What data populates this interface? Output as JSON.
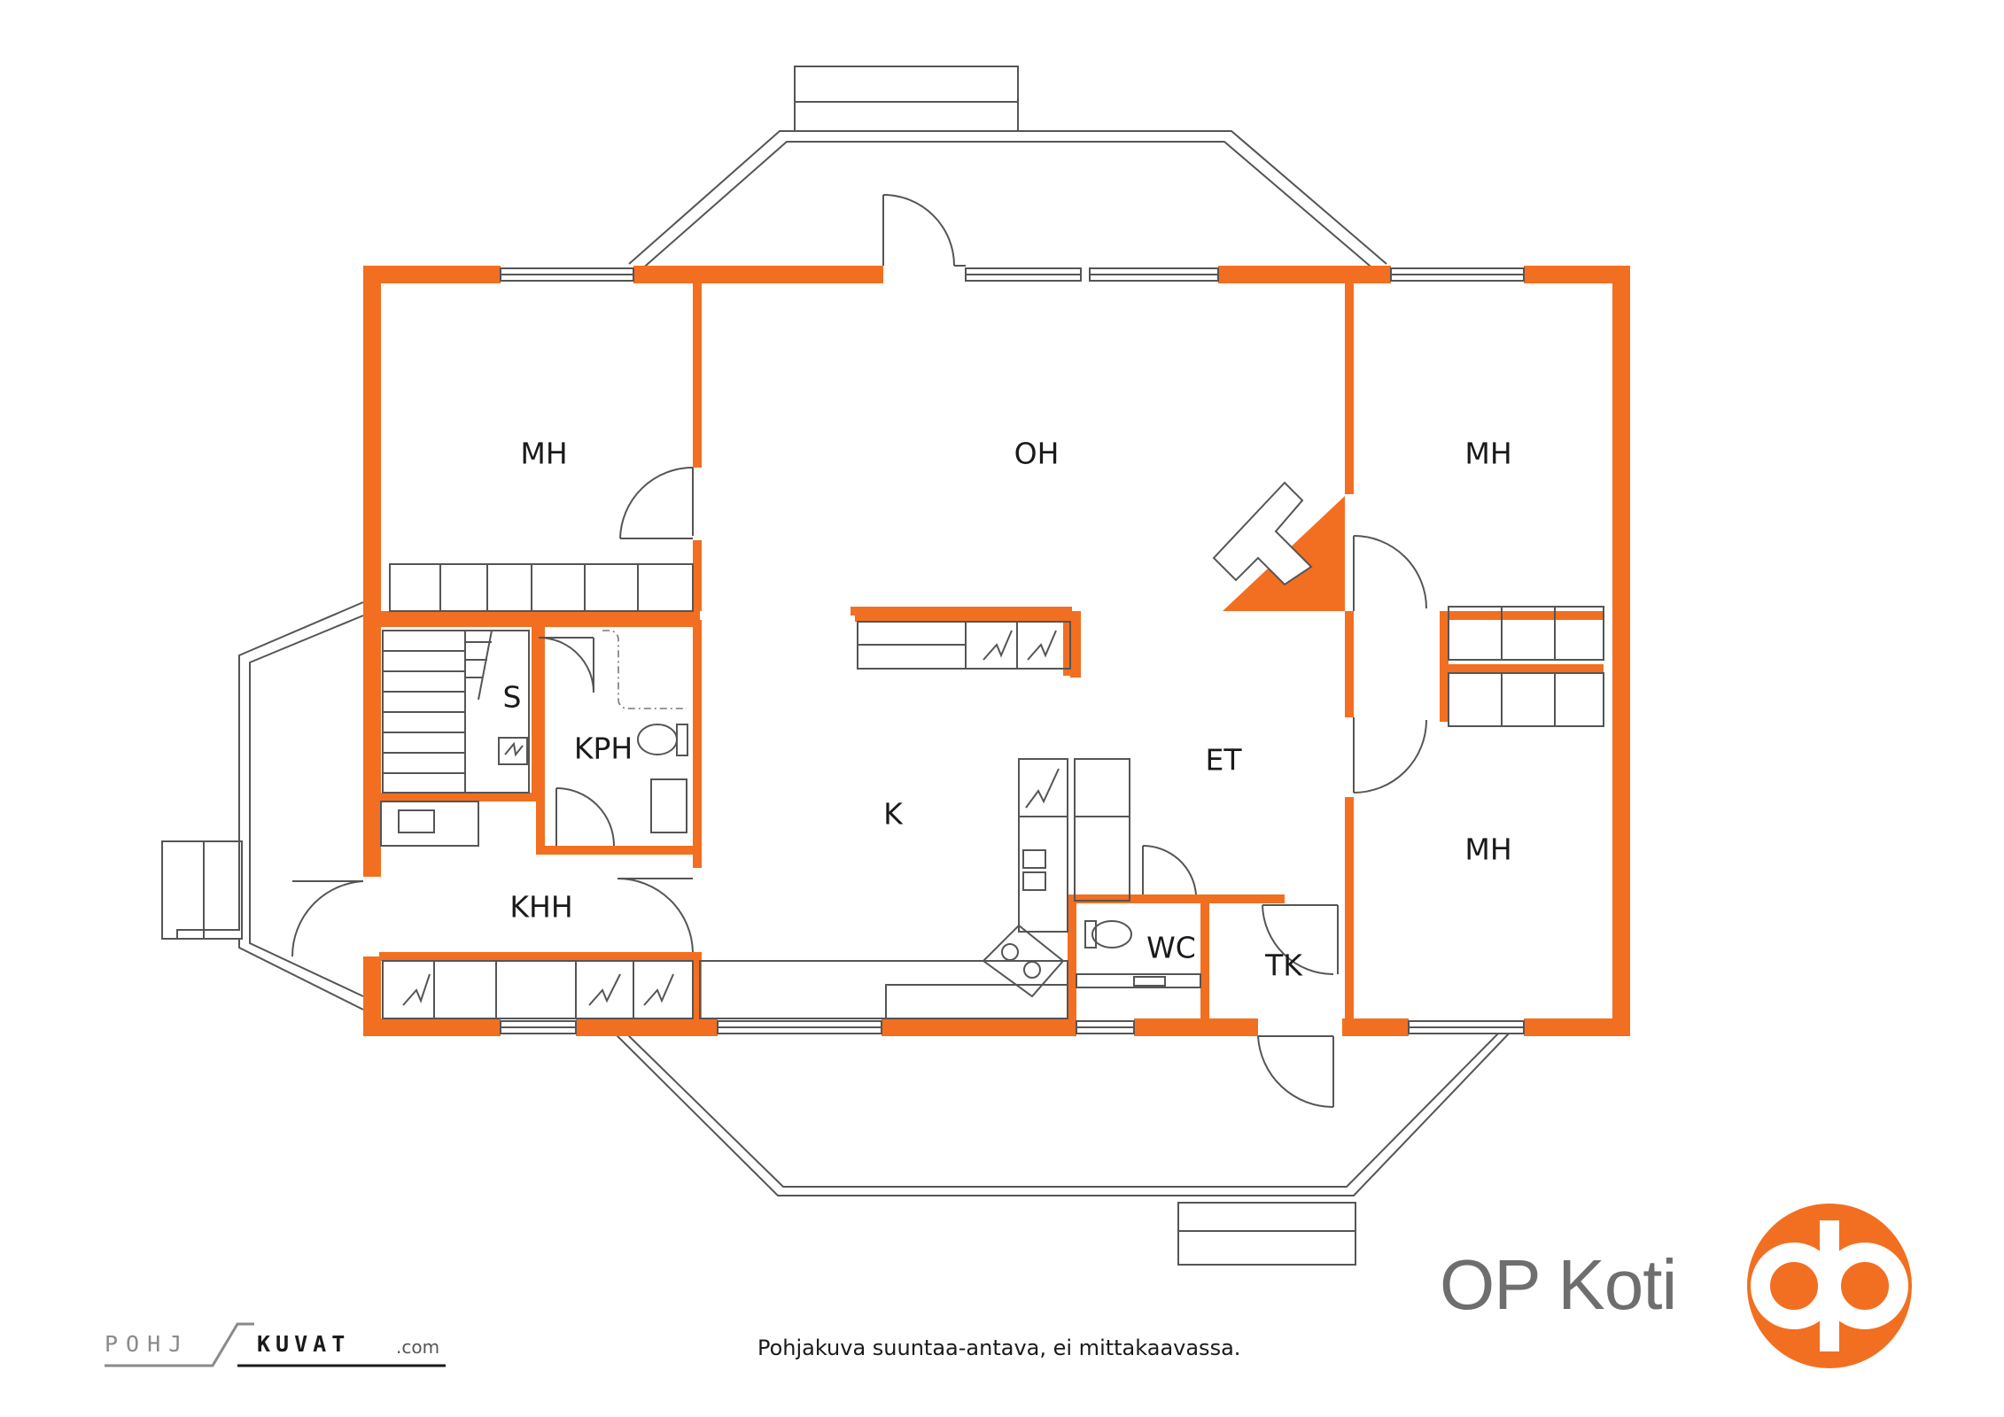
{
  "rooms": {
    "mh_nw": "MH",
    "oh": "OH",
    "mh_ne": "MH",
    "s": "S",
    "kph": "KPH",
    "et": "ET",
    "k": "K",
    "mh_se": "MH",
    "khh": "KHH",
    "wc": "WC",
    "tk": "TK"
  },
  "footer": {
    "caption": "Pohjakuva suuntaa-antava, ei mittakaavassa.",
    "brand": "OP Koti",
    "pk_part1": "POHJ",
    "pk_part2": "KUVAT",
    "pk_domain": ".com"
  },
  "colors": {
    "wall": "#f26f21",
    "line": "#555555",
    "brand_text": "#6e6e6e"
  }
}
